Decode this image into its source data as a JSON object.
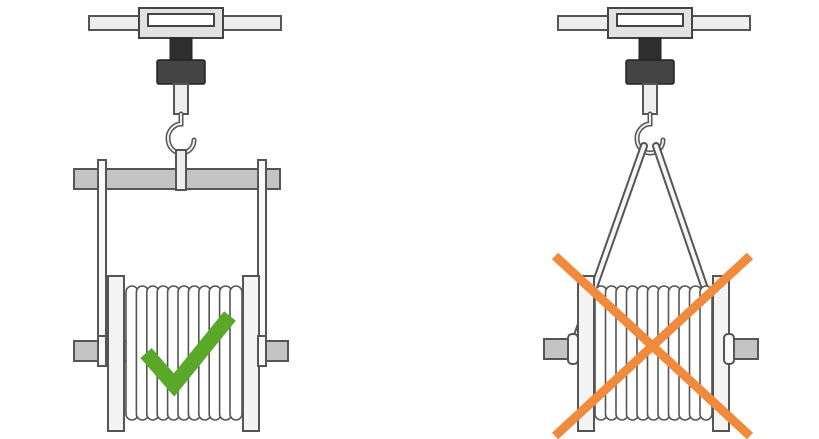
{
  "figure": {
    "panels": [
      {
        "id": "correct",
        "rigging": "spreader-bar",
        "mark": "check-mark-icon",
        "mark_color": "#5aa82a"
      },
      {
        "id": "incorrect",
        "rigging": "sling",
        "mark": "cross-mark-icon",
        "mark_color": "#f08a3c"
      }
    ],
    "colors": {
      "outline": "#555555",
      "rail": "#eeeeee",
      "bar": "#c4c4c4",
      "dark_part": "#3a3a3a",
      "light_part": "#d9d9d9"
    }
  }
}
